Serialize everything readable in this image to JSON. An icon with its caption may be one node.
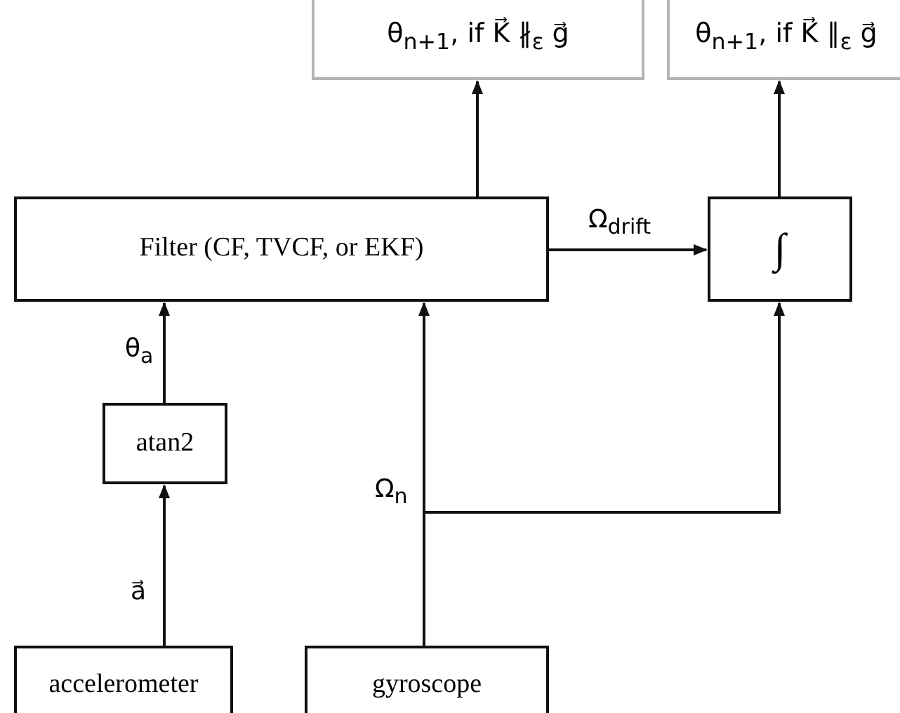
{
  "diagram": {
    "nodes": [
      {
        "text": [
          "θ$_{n+1}$, if K⃗ ∦$_{ε}$ g⃗"
        ]
      },
      {
        "text": [
          "θ$_{n+1}$, if K⃗ ∥$_{ε}$ g⃗"
        ]
      },
      {
        "text": [
          "Filter (CF, TVCF, or EKF)"
        ]
      },
      {
        "text": [
          "∫"
        ]
      },
      {
        "text": [
          "atan2"
        ]
      },
      {
        "text": [
          "accelerometer"
        ]
      },
      {
        "text": [
          "gyroscope"
        ]
      }
    ],
    "edges": [
      {
        "from": 2,
        "to": 0,
        "arrow": "to"
      },
      {
        "from": 3,
        "to": 1,
        "arrow": "to"
      },
      {
        "from": 2,
        "to": 3,
        "arrow": "to",
        "label": "Ω$_{drift}$"
      },
      {
        "from": 4,
        "to": 2,
        "arrow": "to",
        "label": "θ$_{a}$"
      },
      {
        "from": 5,
        "to": 4,
        "arrow": "to",
        "label": "a⃗"
      },
      {
        "from": 6,
        "to": 2,
        "arrow": "to",
        "label": "Ω$_{n}$"
      },
      {
        "from": 6,
        "to": 3,
        "arrow": "to"
      }
    ]
  }
}
